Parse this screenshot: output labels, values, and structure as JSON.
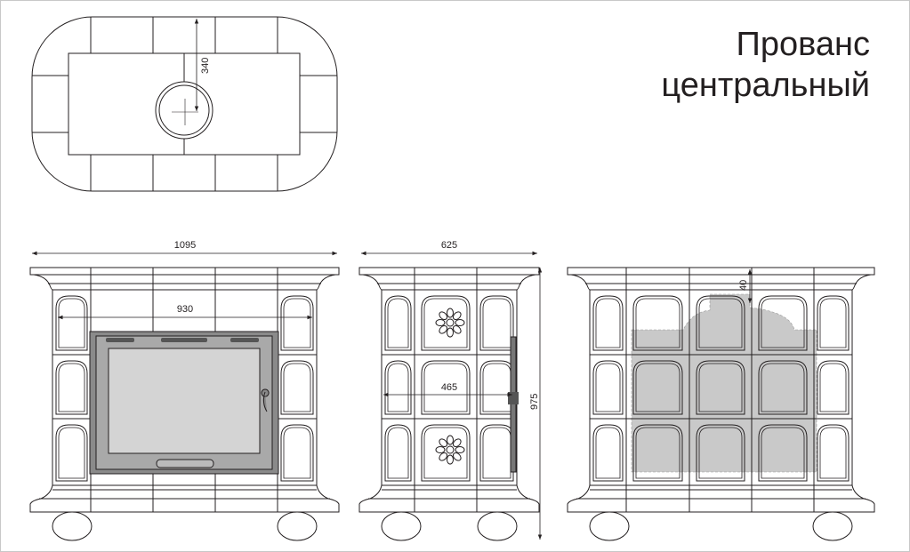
{
  "title": {
    "line1": "Прованс",
    "line2": "центральный"
  },
  "dimensions": {
    "flue_offset": "340",
    "front_width": "1095",
    "door_width": "930",
    "side_depth": "625",
    "side_inner": "465",
    "height": "975",
    "back_offset": "40"
  },
  "colors": {
    "line": "#231f20",
    "shade": "#c9c9c9"
  }
}
